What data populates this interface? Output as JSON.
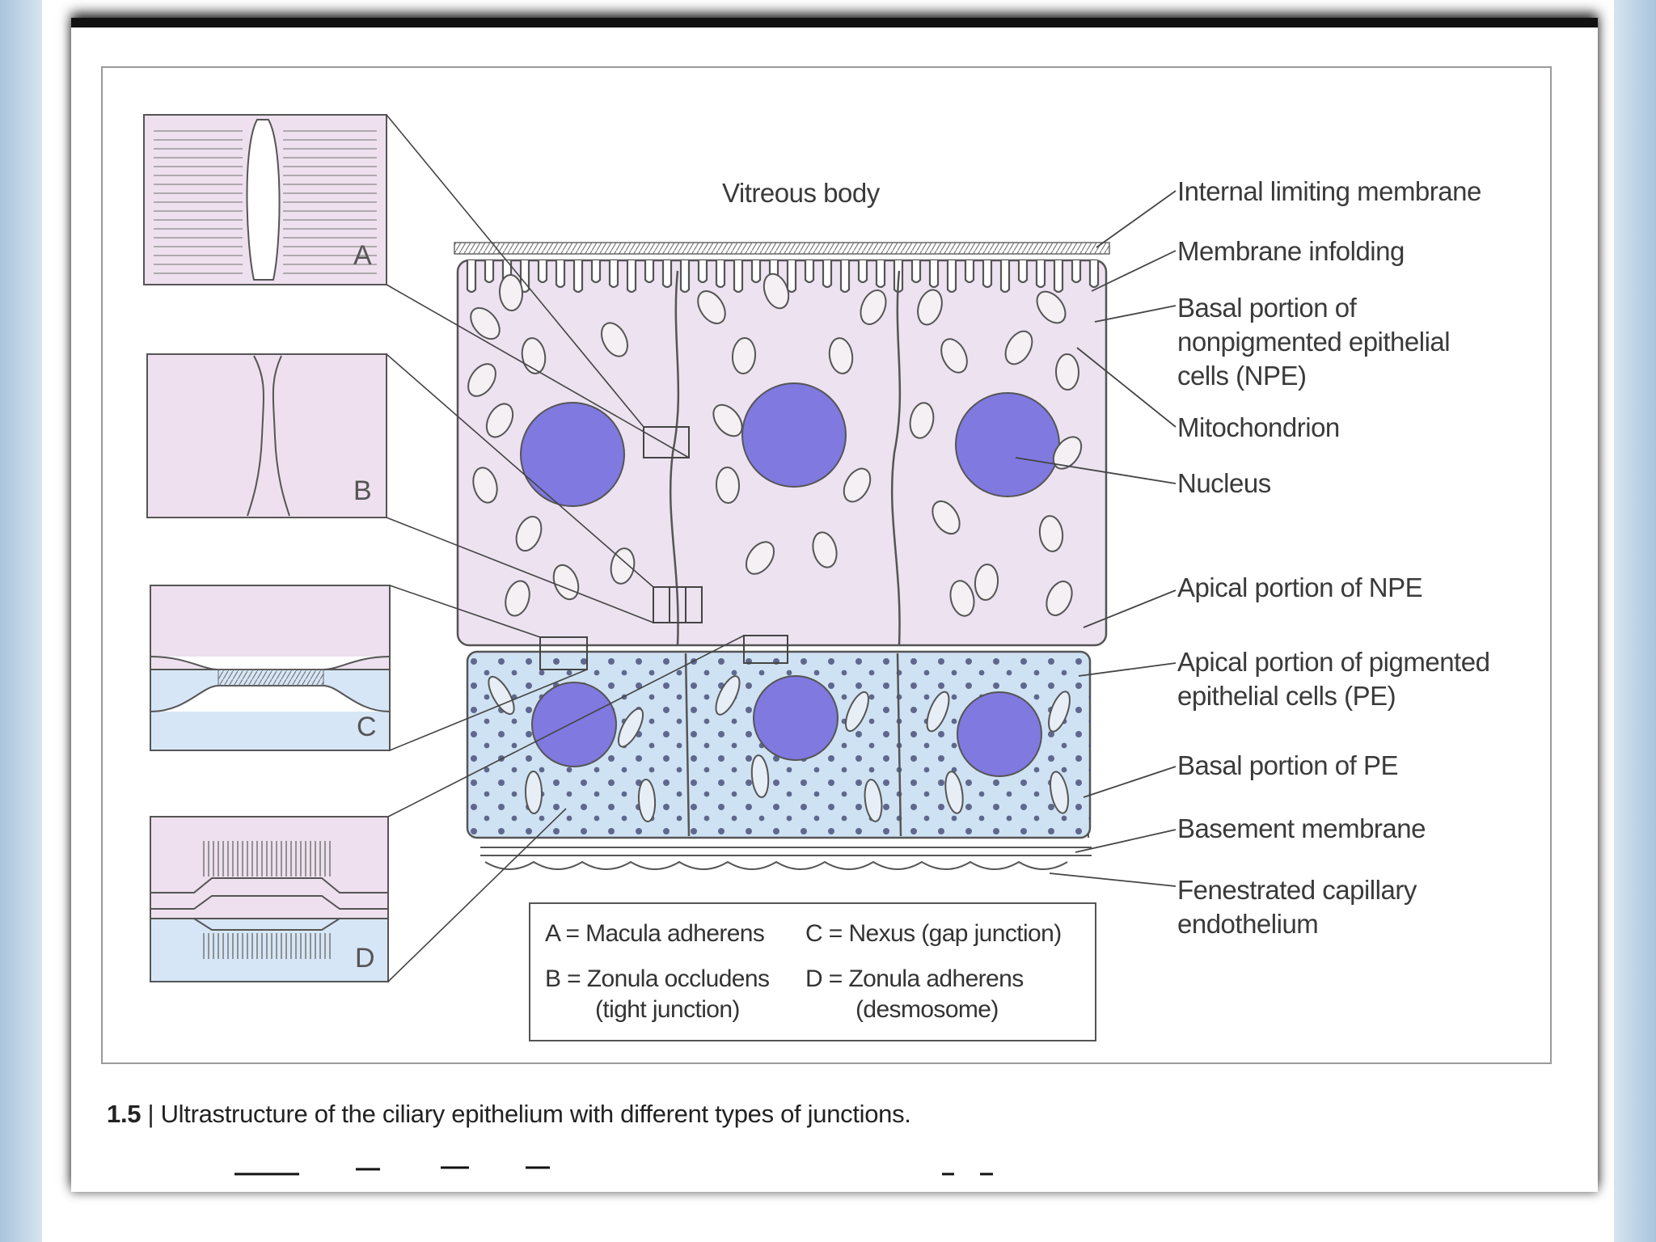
{
  "figure": {
    "top_label": "Vitreous body",
    "labels": [
      "Internal limiting membrane",
      "Membrane infolding",
      "Basal portion of",
      "nonpigmented epithelial",
      "cells (NPE)",
      "Mitochondrion",
      "Nucleus",
      "Apical portion of NPE",
      "Apical portion of pigmented",
      "epithelial cells (PE)",
      "Basal portion of PE",
      "Basement membrane",
      "Fenestrated capillary",
      "endothelium"
    ],
    "insets": [
      "A",
      "B",
      "C",
      "D"
    ],
    "legend": {
      "a": "A = Macula adherens",
      "c": "C = Nexus (gap junction)",
      "b": "B = Zonula occludens",
      "b_sub": "(tight junction)",
      "d": "D = Zonula adherens",
      "d_sub": "(desmosome)"
    },
    "caption_num": "1.5",
    "caption_text": "| Ultrastructure of the ciliary epithelium with different types of junctions.",
    "colors": {
      "npe": "#ece2f0",
      "pe": "#cfe2f3",
      "nucleus": "#7f79e0",
      "inset_pink": "#eee0ee",
      "inset_blue": "#d6e6f6"
    }
  }
}
